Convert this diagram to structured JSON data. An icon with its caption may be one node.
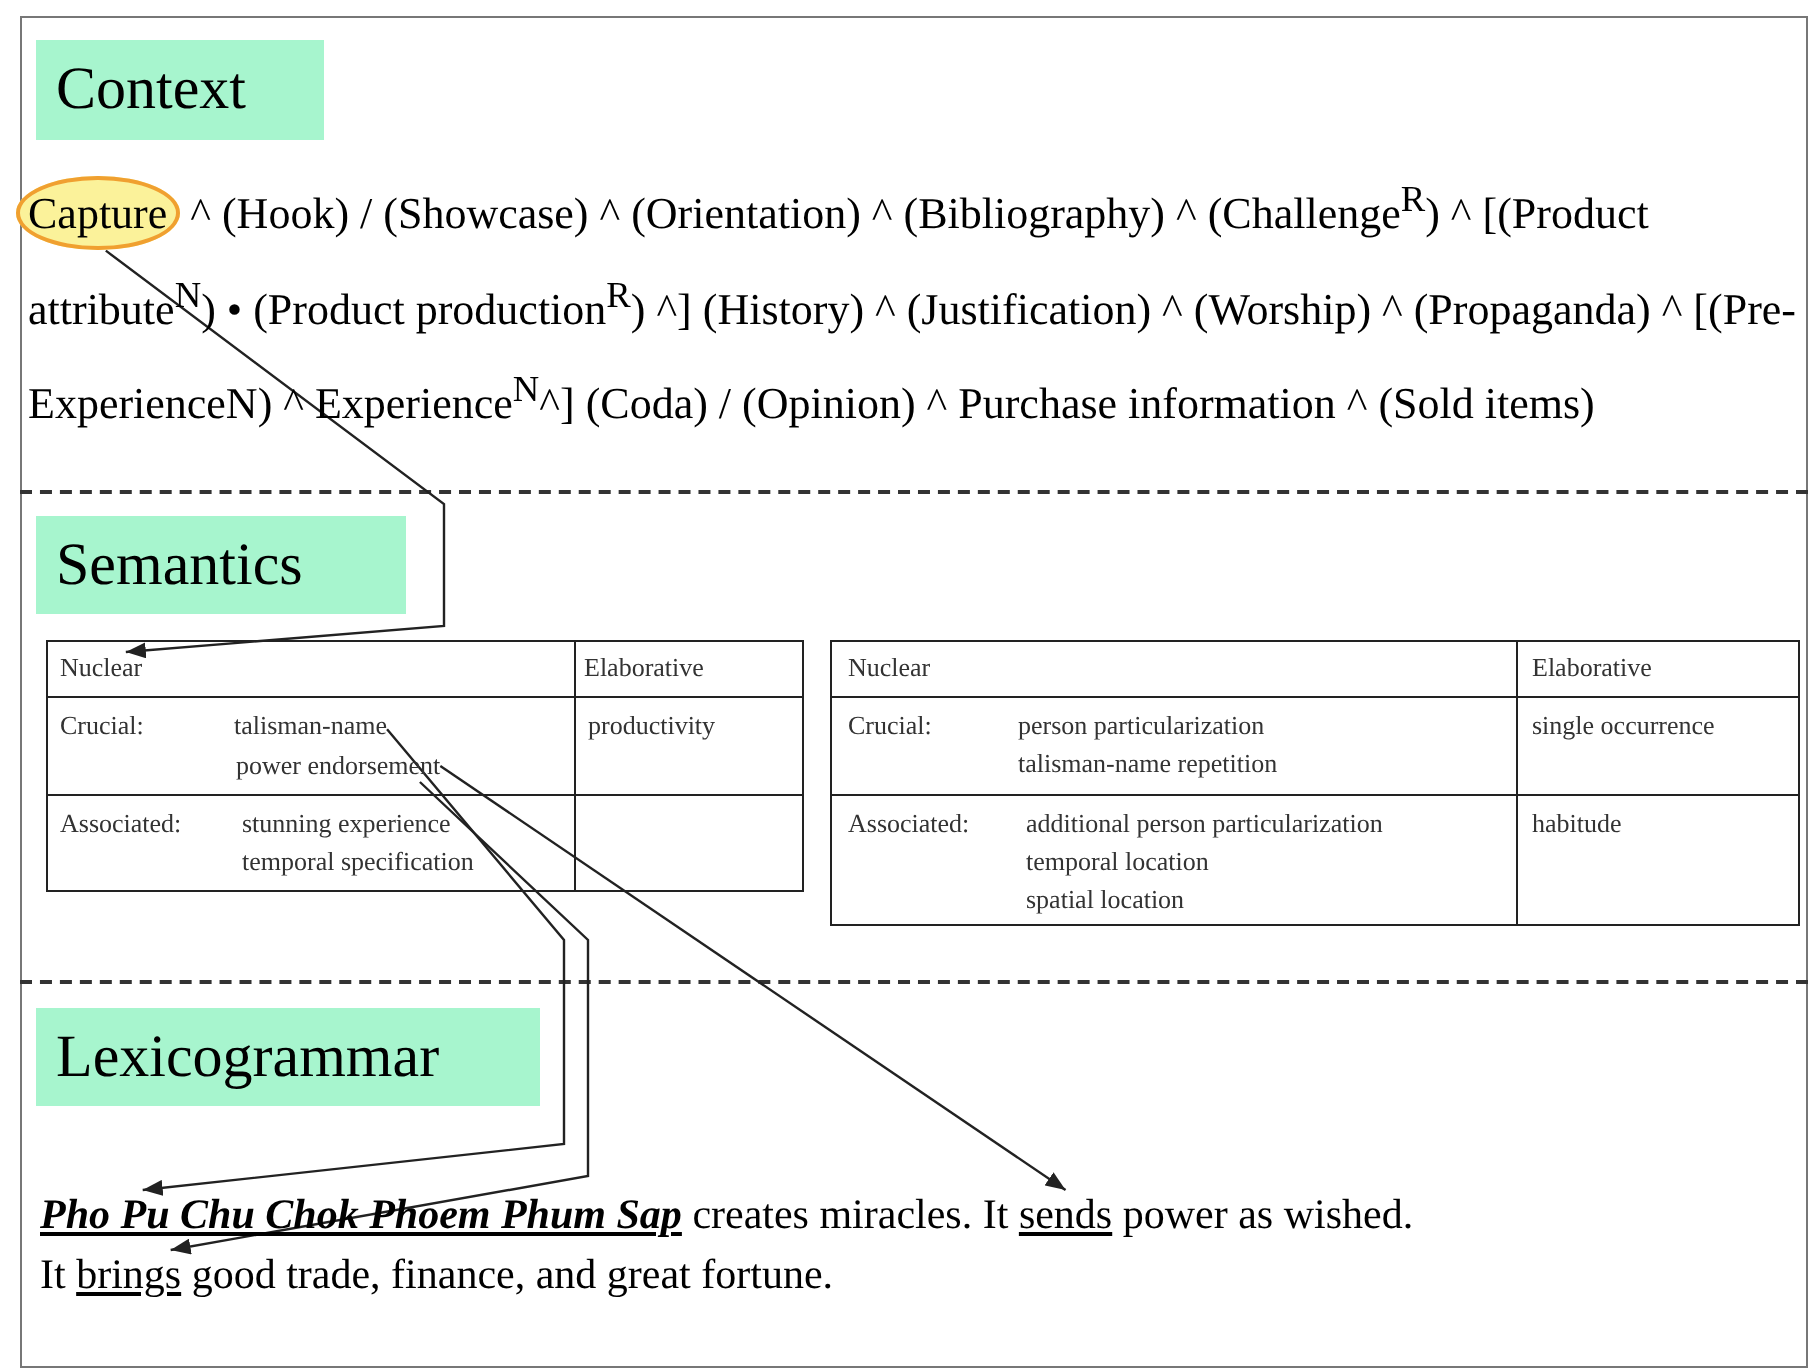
{
  "diagram": {
    "nodes": [
      {
        "text": [
          "Context"
        ]
      },
      {
        "text": [
          "Capture"
        ]
      },
      {
        "text": [
          "Semantics"
        ]
      },
      {
        "text": [
          "Nuclear"
        ]
      },
      {
        "text": [
          "talisman-name"
        ]
      },
      {
        "text": [
          "power endorsement"
        ]
      },
      {
        "text": [
          "Lexicogrammar"
        ]
      },
      {
        "text": [
          "Pho Pu Chu Chok Phoem Phum Sap"
        ]
      },
      {
        "text": [
          "sends"
        ]
      },
      {
        "text": [
          "brings"
        ]
      }
    ],
    "edges": [
      {
        "from": 1,
        "to": 3,
        "arrow": "to"
      },
      {
        "from": 4,
        "to": 7,
        "arrow": "to"
      },
      {
        "from": 5,
        "to": 9,
        "arrow": "to"
      },
      {
        "from": 5,
        "to": 8,
        "arrow": "to"
      }
    ],
    "labels": [
      "^ (Hook) / (Showcase) ^ (Orientation) ^ (Bibliography) ^ (Challenge$^{R}$) ^ [(Product attribute$^{N}$) • (Product production$^{R}$) ^] (History) ^ (Justification) ^ (Worship) ^ (Propaganda) ^ [(Pre-ExperienceN) ^ Experience$^{N}$^] (Coda) / (Opinion) ^ Purchase information ^ (Sold items)",
      "Elaborative",
      "Crucial:",
      "productivity",
      "Associated:",
      "stunning experience",
      "temporal specification",
      "Nuclear",
      "Elaborative",
      "Crucial:",
      "person particularization",
      "talisman-name repetition",
      "single occurrence",
      "Associated:",
      "additional person particularization",
      "temporal location",
      "spatial location",
      "habitude",
      "creates miracles. It",
      "power as wished.",
      "It",
      "good trade, finance, and great fortune."
    ]
  }
}
